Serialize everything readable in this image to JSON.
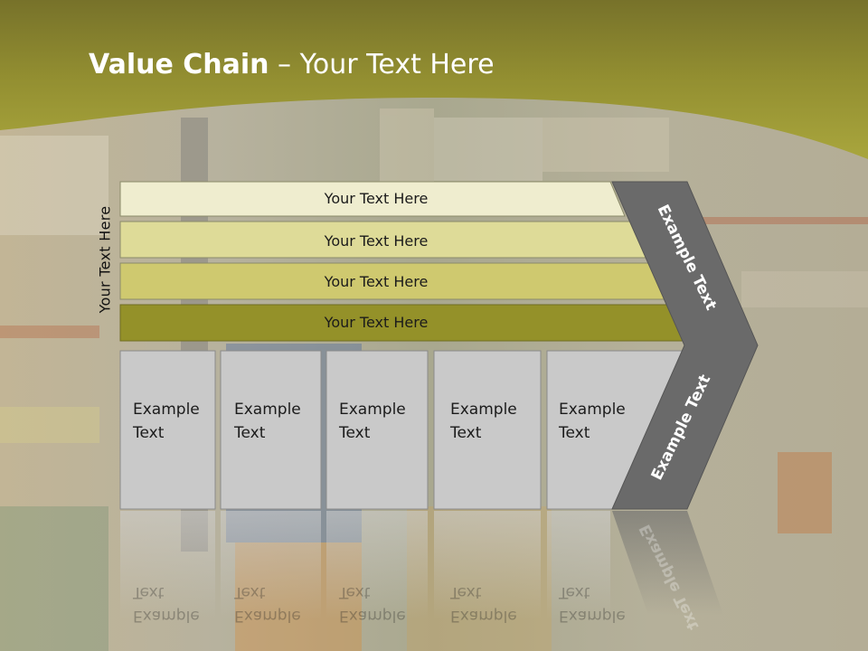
{
  "title": {
    "bold": "Value Chain",
    "rest": " – Your Text Here"
  },
  "side_label": "Your Text Here",
  "support_rows": [
    "Your Text Here",
    "Your Text Here",
    "Your Text Here",
    "Your Text Here"
  ],
  "primary_boxes": [
    {
      "line1": "Example",
      "line2": "Text"
    },
    {
      "line1": "Example",
      "line2": "Text"
    },
    {
      "line1": "Example",
      "line2": "Text"
    },
    {
      "line1": "Example",
      "line2": "Text"
    },
    {
      "line1": "Example",
      "line2": "Text"
    }
  ],
  "margin_upper": "Example Text",
  "margin_lower": "Example Text",
  "colors": {
    "header": "#8f8d2e",
    "row1": "#efedcf",
    "row2": "#dedb98",
    "row3": "#cfc96f",
    "row4": "#949129",
    "box": "#c9c9c9",
    "arrow": "#6a6a6a"
  }
}
